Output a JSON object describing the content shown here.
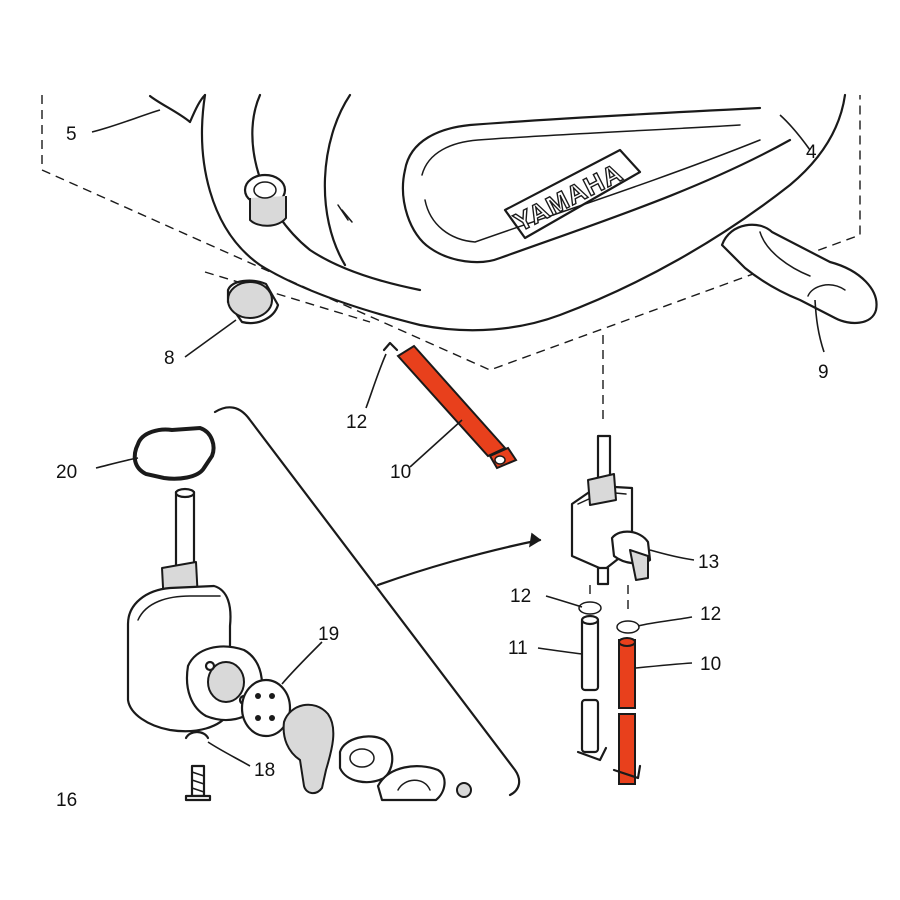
{
  "diagram": {
    "brand_text": "YAMAHA",
    "highlight_color": "#e8401c",
    "callouts": {
      "c5": "5",
      "c4": "4",
      "c8": "8",
      "c9": "9",
      "c12a": "12",
      "c10a": "10",
      "c20": "20",
      "c13": "13",
      "c12b": "12",
      "c12c": "12",
      "c11": "11",
      "c10b": "10",
      "c19": "19",
      "c18": "18",
      "c16": "16"
    }
  }
}
